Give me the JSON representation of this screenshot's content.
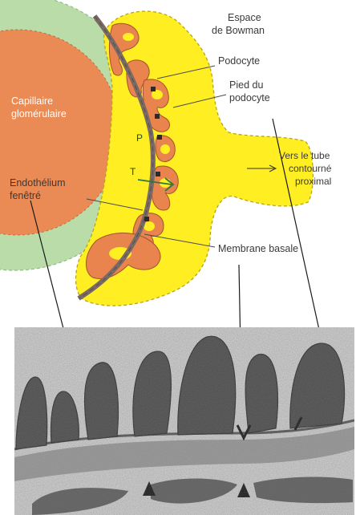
{
  "labels": {
    "espace_bowman": [
      "Espace",
      "de Bowman"
    ],
    "podocyte": "Podocyte",
    "pied_podocyte": [
      "Pied du",
      "podocyte"
    ],
    "capillaire": [
      "Capillaire",
      "glomérulaire"
    ],
    "vers_tube": [
      "Vers le tube",
      "contourné",
      "proximal"
    ],
    "endothelium": [
      "Endothélium",
      "fenêtré"
    ],
    "membrane_basale": "Membrane basale",
    "marker_p": "P",
    "marker_t": "T"
  },
  "colors": {
    "capillary_core": "#ea8a55",
    "endothelium_ring": "#b9dca9",
    "bowman_space": "#ffee22",
    "podocyte_fill": "#e9844f",
    "basement_membrane": "#7a6a66",
    "micrograph_bg": "#d8d8d8"
  }
}
